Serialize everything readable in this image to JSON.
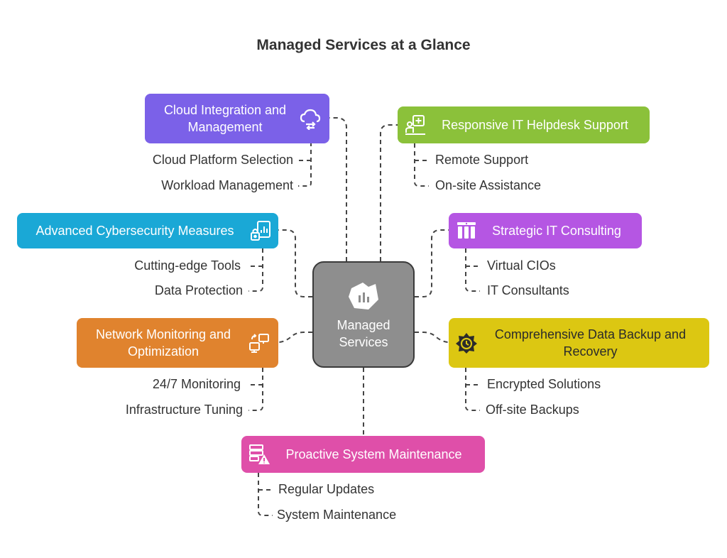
{
  "title": "Managed Services at a Glance",
  "center": {
    "label_line1": "Managed",
    "label_line2": "Services",
    "icon": "chart-tag-icon"
  },
  "branches": {
    "cloud": {
      "label_line1": "Cloud Integration and",
      "label_line2": "Management",
      "color": "#7b61e8",
      "icon": "cloud-sync-icon",
      "items": [
        "Cloud Platform Selection",
        "Workload Management"
      ]
    },
    "cyber": {
      "label": "Advanced Cybersecurity Measures",
      "color": "#1aa8d6",
      "icon": "secure-report-icon",
      "items": [
        "Cutting-edge Tools",
        "Data Protection"
      ]
    },
    "network": {
      "label_line1": "Network Monitoring and",
      "label_line2": "Optimization",
      "color": "#e0832e",
      "icon": "network-icon",
      "items": [
        "24/7 Monitoring",
        "Infrastructure Tuning"
      ]
    },
    "helpdesk": {
      "label": "Responsive IT Helpdesk Support",
      "color": "#8bc13a",
      "icon": "helpdesk-icon",
      "items": [
        "Remote Support",
        "On-site Assistance"
      ]
    },
    "consulting": {
      "label": "Strategic IT Consulting",
      "color": "#b556e3",
      "icon": "columns-icon",
      "items": [
        "Virtual CIOs",
        "IT Consultants"
      ]
    },
    "backup": {
      "label_line1": "Comprehensive Data Backup and",
      "label_line2": "Recovery",
      "color": "#dcc712",
      "icon": "backup-badge-icon",
      "items": [
        "Encrypted Solutions",
        "Off-site Backups"
      ]
    },
    "maintenance": {
      "label": "Proactive System Maintenance",
      "color": "#df4fa9",
      "icon": "server-warning-icon",
      "items": [
        "Regular Updates",
        "System Maintenance"
      ]
    }
  }
}
